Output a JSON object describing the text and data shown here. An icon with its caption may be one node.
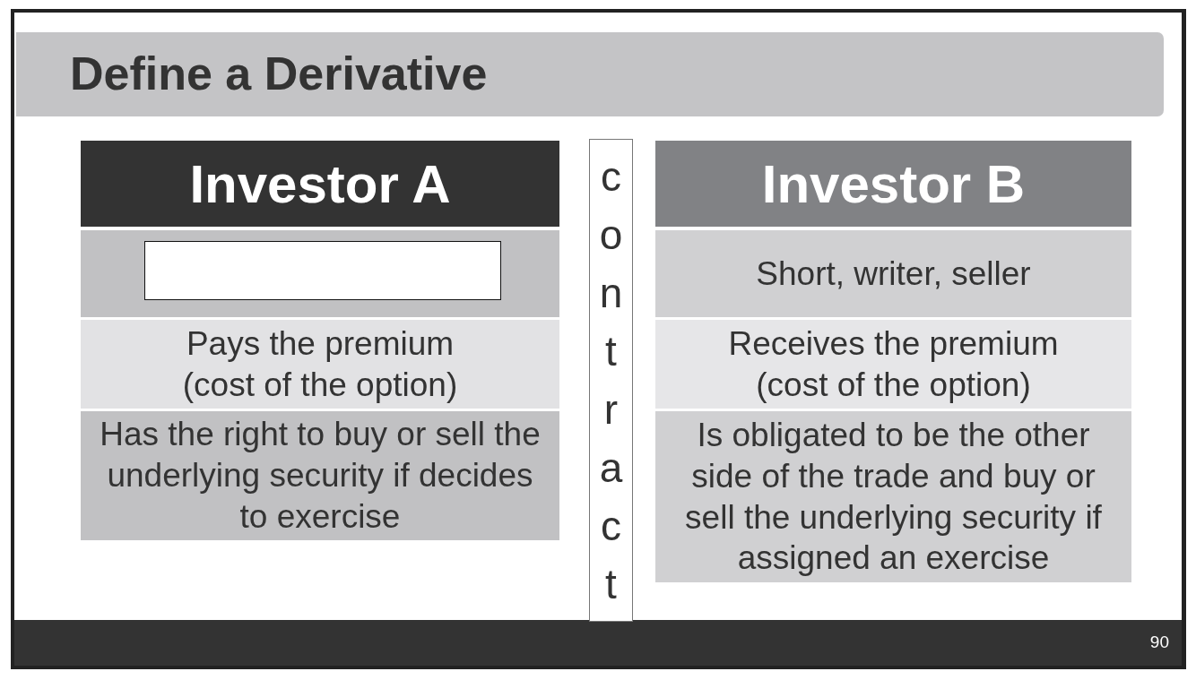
{
  "diagram": {
    "title": "Define a Derivative",
    "nodes": [
      {
        "text": [
          "Investor A"
        ]
      },
      {
        "text": [],
        "shape": "box"
      },
      {
        "text": [],
        "shape": "box",
        "in": 1
      },
      {
        "text": [
          "Pays the premium (cost of the option)"
        ]
      },
      {
        "text": [
          "Has the right to buy or sell the underlying security if decides to exercise"
        ]
      },
      {
        "text": [
          "contract"
        ]
      },
      {
        "text": [
          "Investor B"
        ]
      },
      {
        "text": [
          "Short, writer, seller"
        ]
      },
      {
        "text": [
          "Receives the premium (cost of the option)"
        ]
      },
      {
        "text": [
          "Is obligated to be the other side of the trade and buy or sell the underlying security if assigned an exercise"
        ]
      }
    ],
    "labels": [
      "90"
    ]
  }
}
